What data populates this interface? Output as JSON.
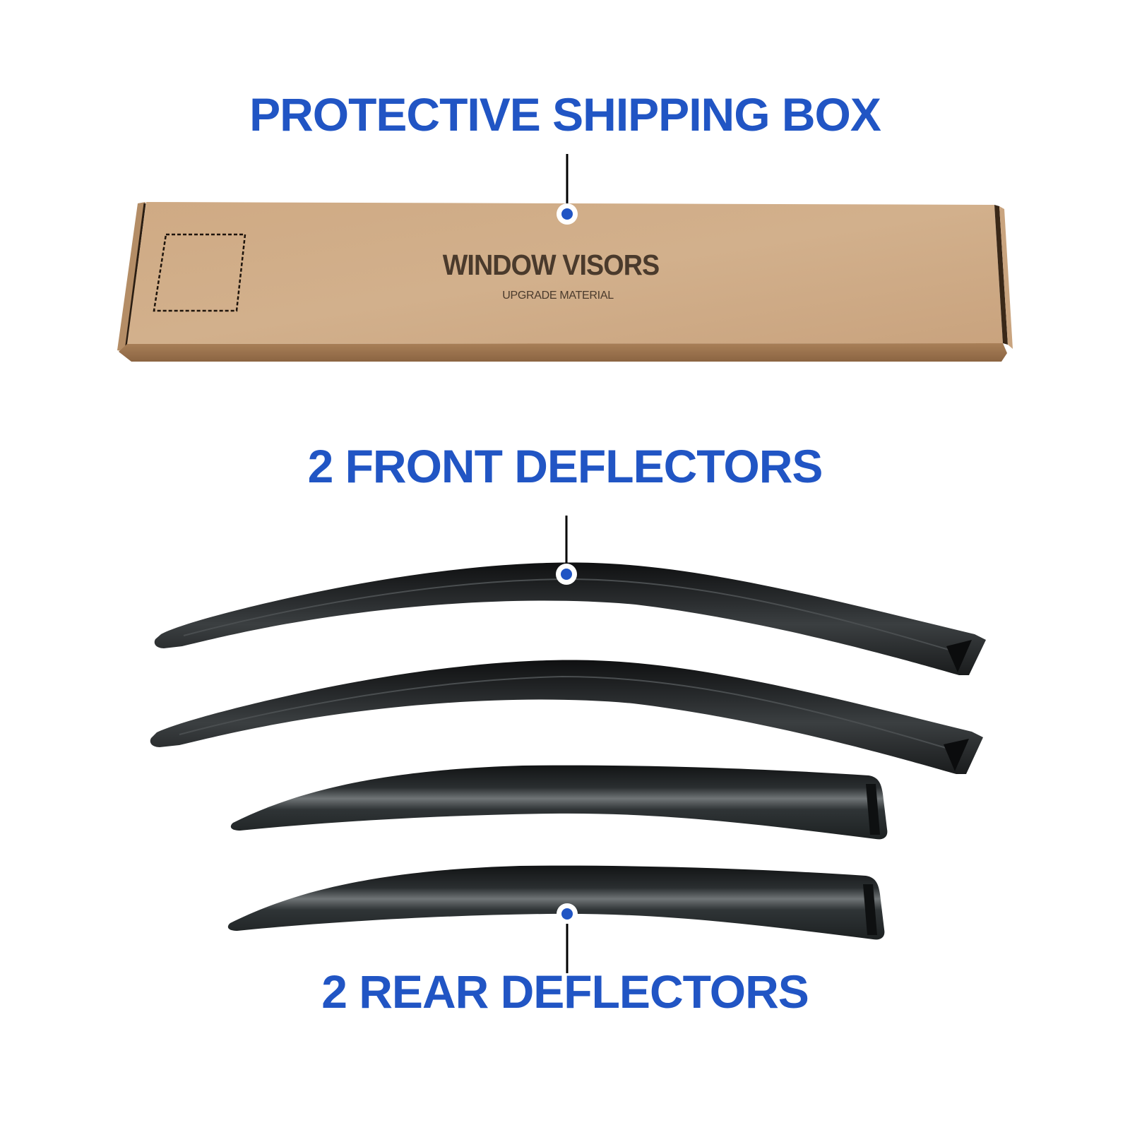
{
  "labels": {
    "box": "PROTECTIVE SHIPPING BOX",
    "front": "2 FRONT DEFLECTORS",
    "rear": "2 REAR DEFLECTORS"
  },
  "box_print": {
    "title": "WINDOW VISORS",
    "subtitle": "UPGRADE MATERIAL"
  },
  "items": [
    {
      "name": "shipping-box",
      "count": 1
    },
    {
      "name": "front-deflector",
      "count": 2
    },
    {
      "name": "rear-deflector",
      "count": 2
    }
  ],
  "colors": {
    "accent_blue": "#2155c4",
    "kraft": "#c9a47f",
    "deflector": "#1b1d1e",
    "background": "#ffffff"
  }
}
